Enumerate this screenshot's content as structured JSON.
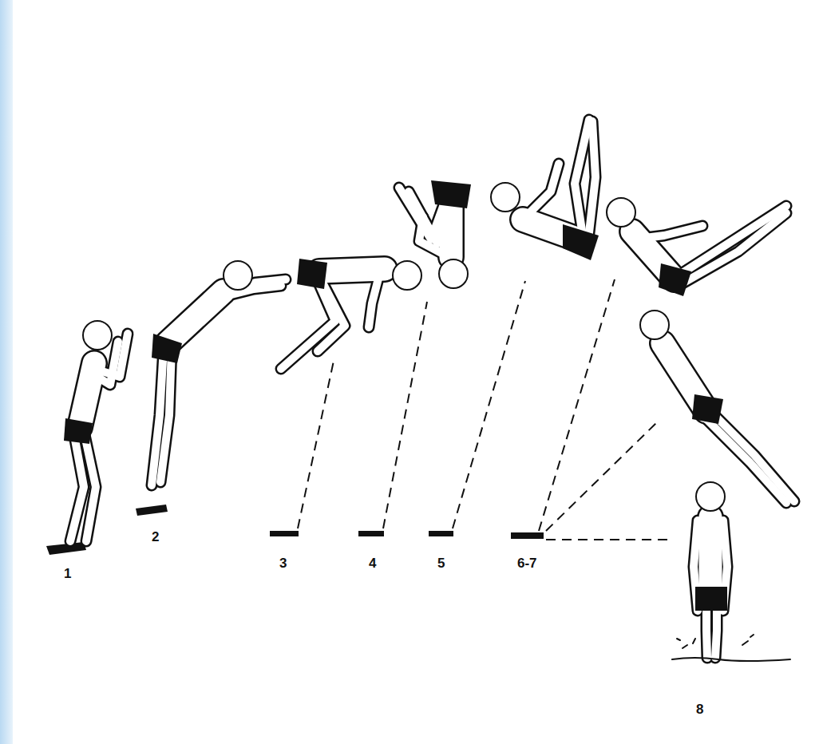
{
  "diagram": {
    "labels": [
      "1",
      "2",
      "3",
      "4",
      "5",
      "6-7",
      "8"
    ]
  }
}
